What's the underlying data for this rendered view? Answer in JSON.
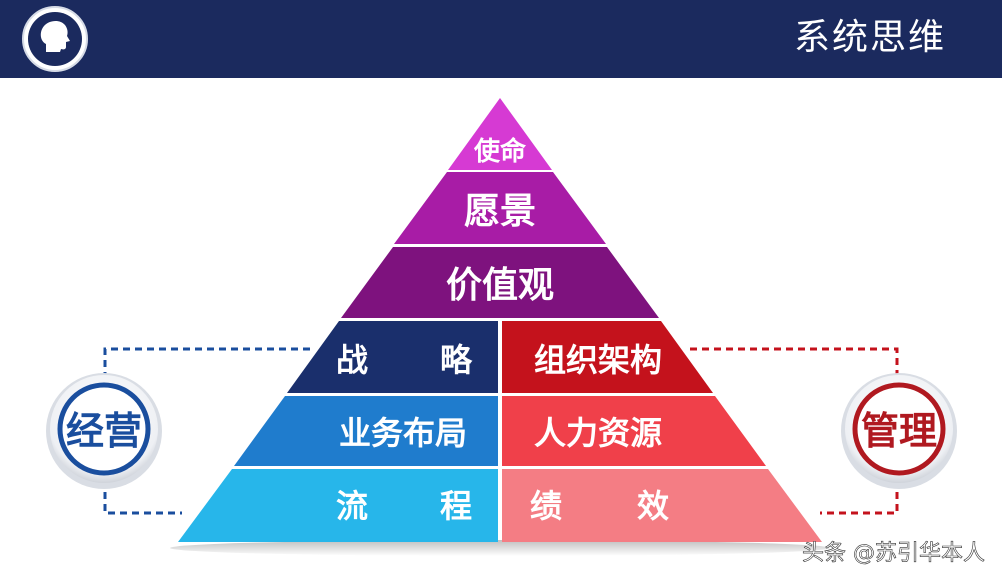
{
  "header": {
    "title": "系统思维",
    "logo_icon": "head-profile-icon"
  },
  "pyramid": {
    "top_levels": [
      {
        "label": "使命",
        "color": "#d63ad3"
      },
      {
        "label": "愿景",
        "color": "#a81ca6"
      },
      {
        "label": "价值观",
        "color": "#7e127e"
      }
    ],
    "left_column": [
      {
        "label_a": "战",
        "label_b": "略",
        "color": "#1a2f6c"
      },
      {
        "label": "业务布局",
        "color": "#1f7ccd"
      },
      {
        "label_a": "流",
        "label_b": "程",
        "color": "#27b6ea"
      }
    ],
    "right_column": [
      {
        "label": "组织架构",
        "color": "#c4121c"
      },
      {
        "label": "人力资源",
        "color": "#f0404a"
      },
      {
        "label_a": "绩",
        "label_b": "效",
        "color": "#f47d84"
      }
    ]
  },
  "badges": {
    "left": {
      "label": "经营",
      "color": "#1a4e9e"
    },
    "right": {
      "label": "管理",
      "color": "#b01920"
    }
  },
  "watermark": "头条 @苏引华本人"
}
